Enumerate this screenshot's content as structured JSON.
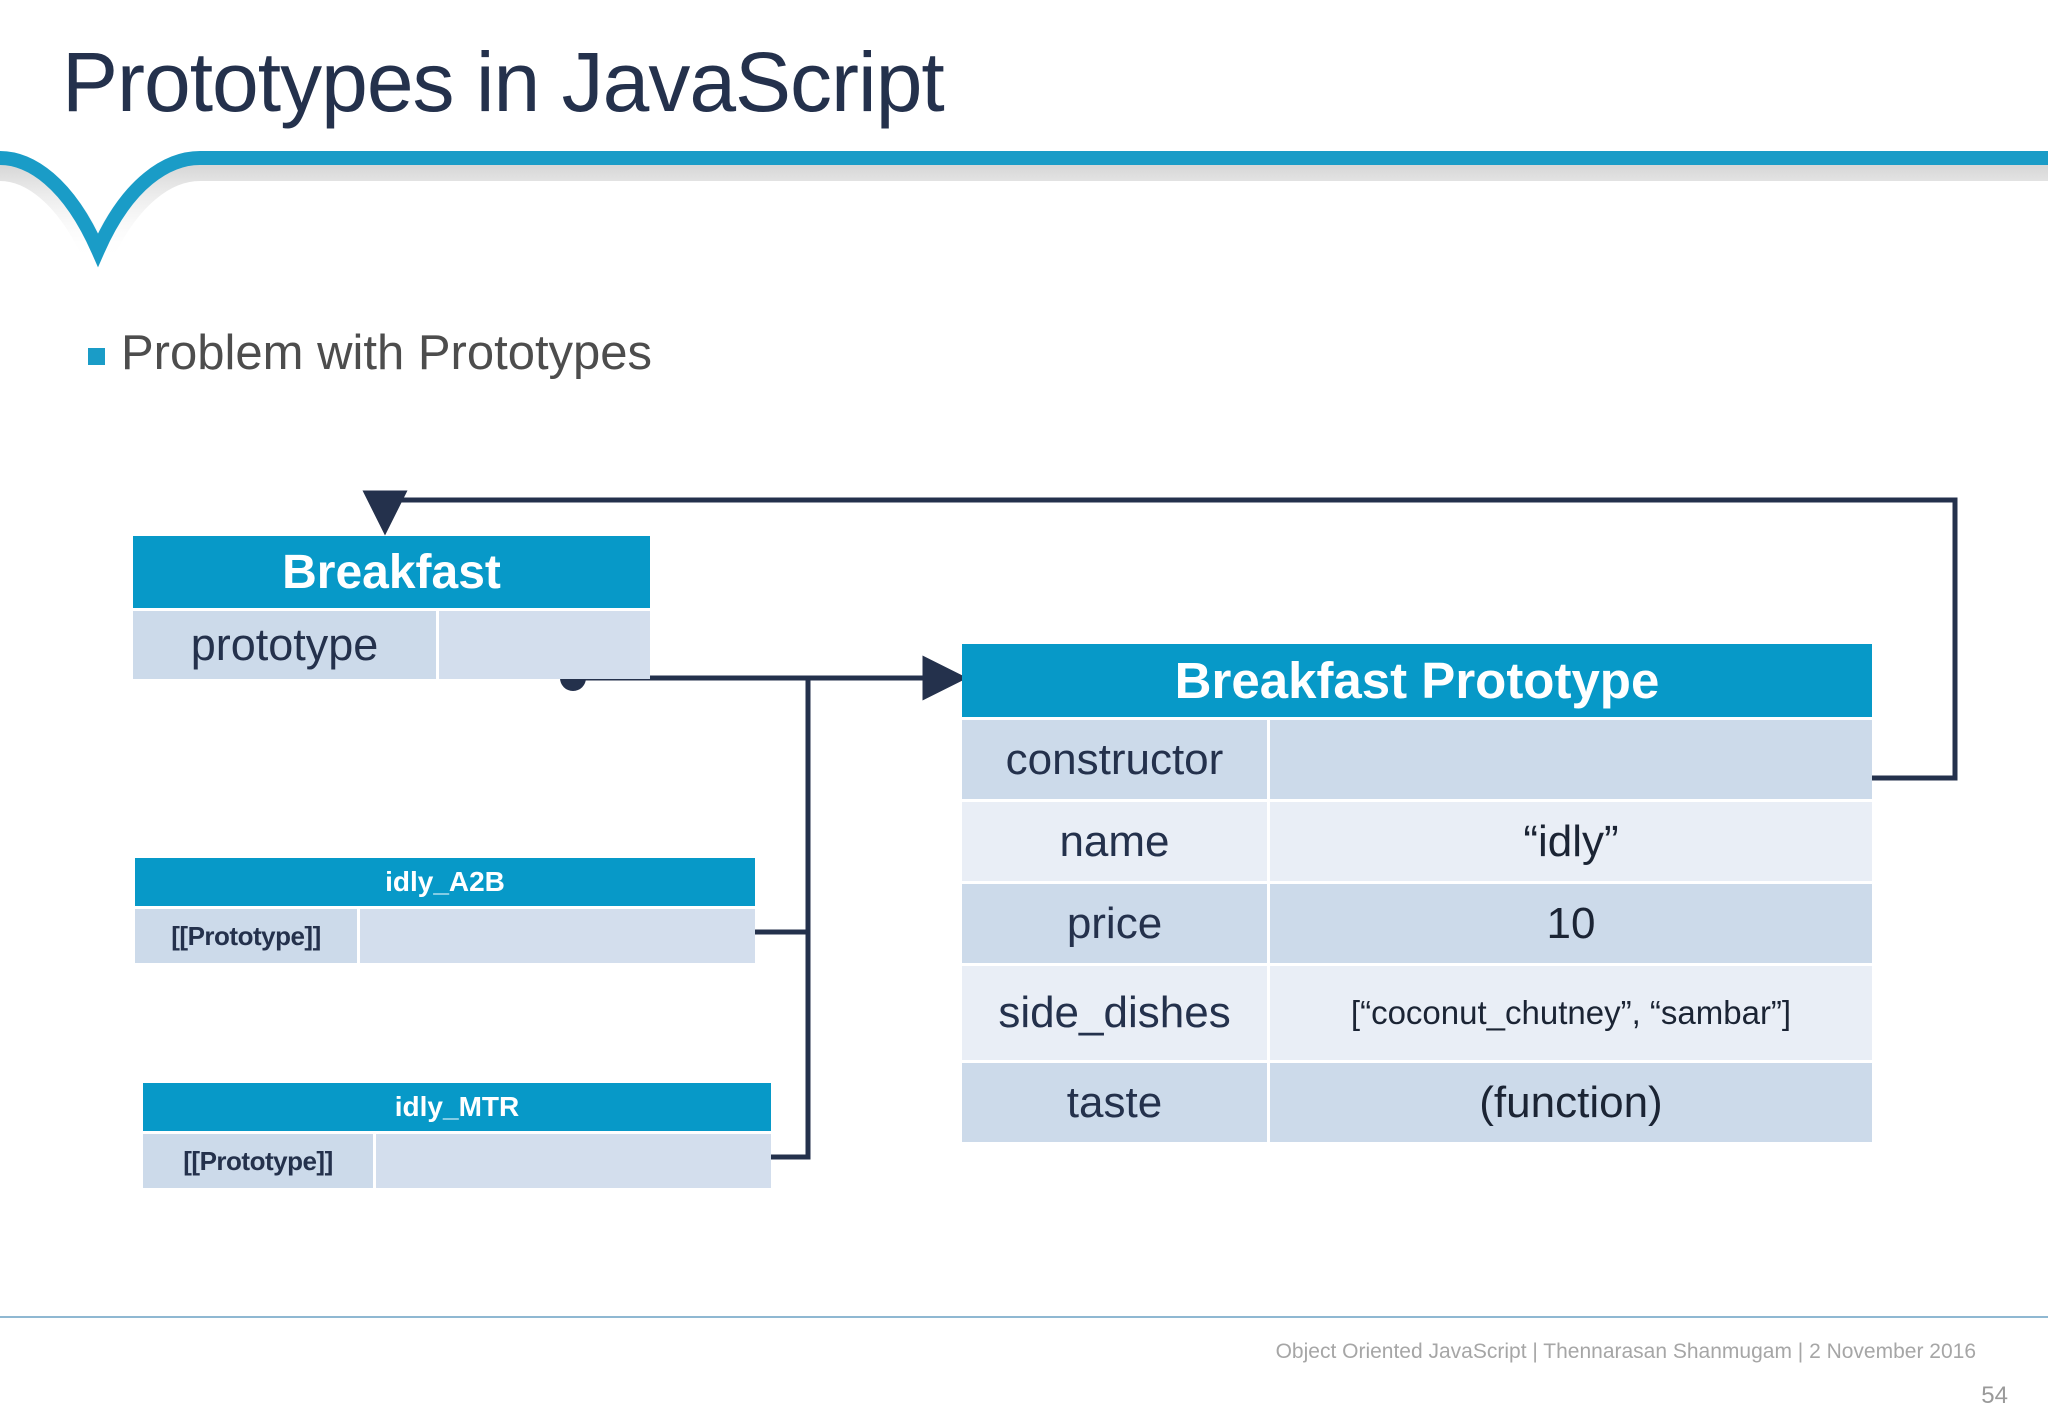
{
  "slide": {
    "title": "Prototypes in JavaScript",
    "bullet": "Problem with Prototypes",
    "bullet_icon": "square-bullet-icon",
    "footer": "Object Oriented JavaScript | Thennarasan Shanmugam | 2 November 2016",
    "slide_number": "54"
  },
  "colors": {
    "accent_blue": "#0799c8",
    "title_navy": "#24314c",
    "row_dark": "#ccdaea",
    "row_light": "#e9eef6",
    "connector": "#24314c",
    "bullet": "#1a9cc7"
  },
  "diagram": {
    "breakfast": {
      "title": "Breakfast",
      "rows": [
        {
          "key": "prototype",
          "value": ""
        }
      ]
    },
    "idly_a2b": {
      "title": "idly_A2B",
      "rows": [
        {
          "key": "[[Prototype]]",
          "value": ""
        }
      ]
    },
    "idly_mtr": {
      "title": "idly_MTR",
      "rows": [
        {
          "key": "[[Prototype]]",
          "value": ""
        }
      ]
    },
    "breakfast_prototype": {
      "title": "Breakfast Prototype",
      "rows": [
        {
          "key": "constructor",
          "value": ""
        },
        {
          "key": "name",
          "value": "“idly”"
        },
        {
          "key": "price",
          "value": "10"
        },
        {
          "key": "side_dishes",
          "value": "[“coconut_chutney”, “sambar”]"
        },
        {
          "key": "taste",
          "value": "(function)"
        }
      ]
    },
    "connectors": [
      {
        "name": "breakfast-prototype-to-proto-header",
        "from": "Breakfast.prototype",
        "to": "BreakfastPrototype.header"
      },
      {
        "name": "idly-a2b-prototype-to-proto-header",
        "from": "idly_A2B.[[Prototype]]",
        "to": "BreakfastPrototype.header"
      },
      {
        "name": "idly-mtr-prototype-to-proto-header",
        "from": "idly_MTR.[[Prototype]]",
        "to": "BreakfastPrototype.header"
      },
      {
        "name": "constructor-to-breakfast-header",
        "from": "BreakfastPrototype.constructor",
        "to": "Breakfast.header"
      }
    ]
  }
}
